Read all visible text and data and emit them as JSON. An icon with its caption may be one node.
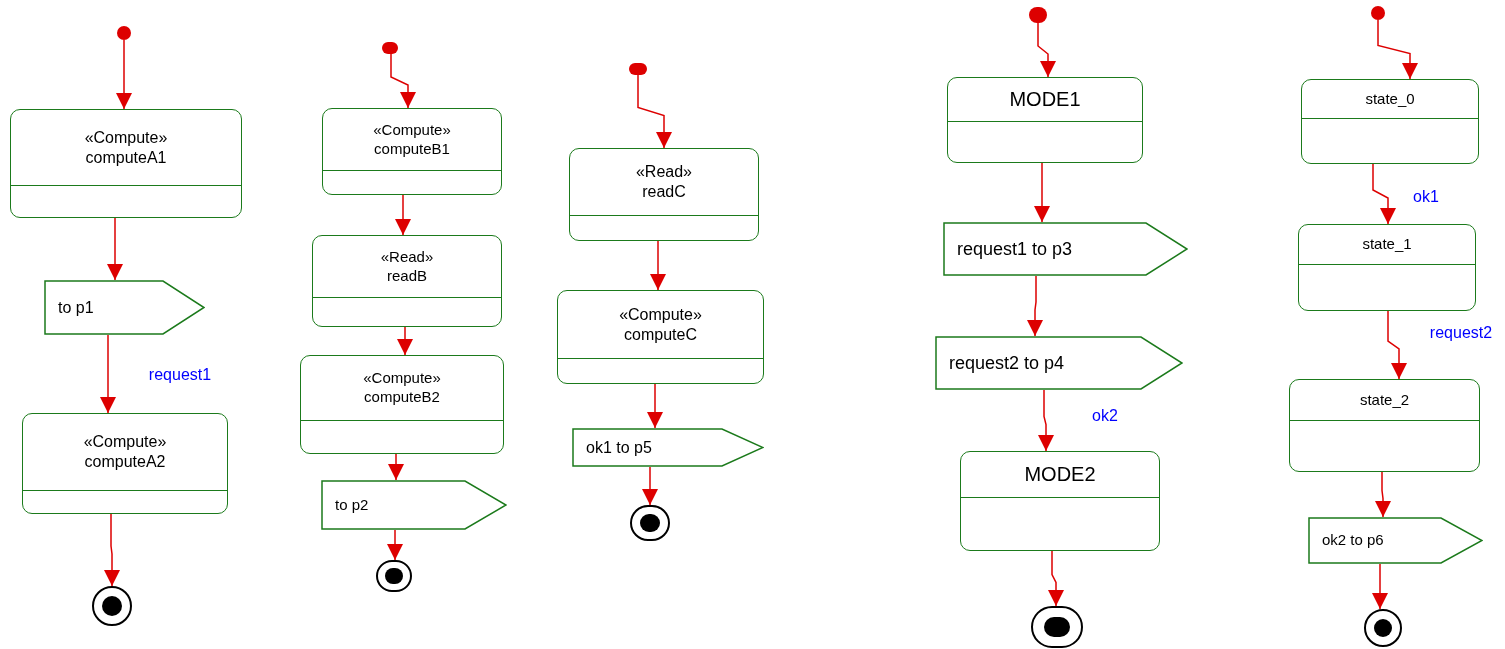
{
  "diagram": {
    "nodes": [
      {
        "text": [],
        "shape": "dot"
      },
      {
        "text": [
          "«Compute»",
          "computeA1"
        ]
      },
      {
        "text": [
          "to p1"
        ]
      },
      {
        "text": [
          "«Compute»",
          "computeA2"
        ]
      },
      {
        "text": [],
        "shape": "circle"
      },
      {
        "text": [],
        "shape": "dot"
      },
      {
        "text": [
          "«Compute»",
          "computeB1"
        ]
      },
      {
        "text": [
          "«Read»",
          "readB"
        ]
      },
      {
        "text": [
          "«Compute»",
          "computeB2"
        ]
      },
      {
        "text": [
          "to p2"
        ]
      },
      {
        "text": [],
        "shape": "circle"
      },
      {
        "text": [],
        "shape": "dot"
      },
      {
        "text": [
          "«Read»",
          "readC"
        ]
      },
      {
        "text": [
          "«Compute»",
          "computeC"
        ]
      },
      {
        "text": [
          "ok1 to p5"
        ]
      },
      {
        "text": [],
        "shape": "circle"
      },
      {
        "text": [],
        "shape": "dot"
      },
      {
        "text": [
          "MODE1"
        ]
      },
      {
        "text": [
          "request1 to p3"
        ]
      },
      {
        "text": [
          "request2 to p4"
        ]
      },
      {
        "text": [
          "MODE2"
        ]
      },
      {
        "text": [],
        "shape": "circle"
      },
      {
        "text": [],
        "shape": "dot"
      },
      {
        "text": [
          "state_0"
        ]
      },
      {
        "text": [
          "state_1"
        ]
      },
      {
        "text": [
          "state_2"
        ]
      },
      {
        "text": [
          "ok2 to p6"
        ]
      },
      {
        "text": [],
        "shape": "circle"
      }
    ],
    "edges": [
      {
        "from": 0,
        "to": 1,
        "arrow": "to"
      },
      {
        "from": 1,
        "to": 2,
        "arrow": "to"
      },
      {
        "from": 2,
        "to": 3,
        "arrow": "to",
        "label": "request1"
      },
      {
        "from": 3,
        "to": 4,
        "arrow": "to"
      },
      {
        "from": 5,
        "to": 6,
        "arrow": "to"
      },
      {
        "from": 6,
        "to": 7,
        "arrow": "to"
      },
      {
        "from": 7,
        "to": 8,
        "arrow": "to"
      },
      {
        "from": 8,
        "to": 9,
        "arrow": "to"
      },
      {
        "from": 9,
        "to": 10,
        "arrow": "to"
      },
      {
        "from": 11,
        "to": 12,
        "arrow": "to"
      },
      {
        "from": 12,
        "to": 13,
        "arrow": "to"
      },
      {
        "from": 13,
        "to": 14,
        "arrow": "to"
      },
      {
        "from": 14,
        "to": 15,
        "arrow": "to"
      },
      {
        "from": 16,
        "to": 17,
        "arrow": "to"
      },
      {
        "from": 17,
        "to": 18,
        "arrow": "to"
      },
      {
        "from": 18,
        "to": 19,
        "arrow": "to"
      },
      {
        "from": 19,
        "to": 20,
        "arrow": "to",
        "label": "ok2"
      },
      {
        "from": 20,
        "to": 21,
        "arrow": "to"
      },
      {
        "from": 22,
        "to": 23,
        "arrow": "to"
      },
      {
        "from": 23,
        "to": 24,
        "arrow": "to",
        "label": "ok1"
      },
      {
        "from": 24,
        "to": 25,
        "arrow": "to",
        "label": "request2"
      },
      {
        "from": 25,
        "to": 26,
        "arrow": "to"
      },
      {
        "from": 26,
        "to": 27,
        "arrow": "to"
      }
    ]
  }
}
